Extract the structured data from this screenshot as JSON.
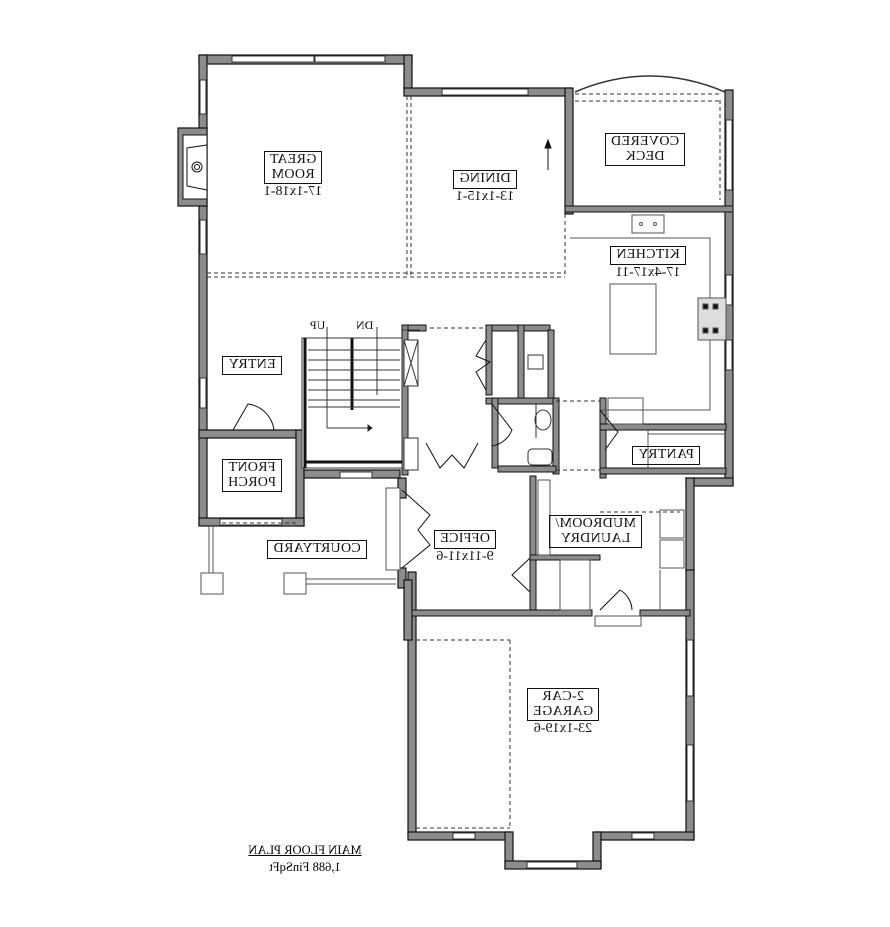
{
  "plan": {
    "title": "MAIN FLOOR PLAN",
    "area": "1,688 FinSqFt",
    "mirrored": true
  },
  "rooms": [
    {
      "name": "GREAT ROOM",
      "lines": [
        "GREAT",
        "ROOM"
      ],
      "dims": "17-1x18-1"
    },
    {
      "name": "DINING",
      "lines": [
        "DINING"
      ],
      "dims": "13-1x15-1"
    },
    {
      "name": "COVERED DECK",
      "lines": [
        "COVERED",
        "DECK"
      ],
      "dims": ""
    },
    {
      "name": "KITCHEN",
      "lines": [
        "KITCHEN"
      ],
      "dims": "17-4x17-11"
    },
    {
      "name": "ENTRY",
      "lines": [
        "ENTRY"
      ],
      "dims": ""
    },
    {
      "name": "FRONT PORCH",
      "lines": [
        "FRONT",
        "PORCH"
      ],
      "dims": ""
    },
    {
      "name": "PANTRY",
      "lines": [
        "PANTRY"
      ],
      "dims": ""
    },
    {
      "name": "MUDROOM/ LAUNDRY",
      "lines": [
        "MUDROOM/",
        "LAUNDRY"
      ],
      "dims": ""
    },
    {
      "name": "OFFICE",
      "lines": [
        "OFFICE"
      ],
      "dims": "9-11x11-6"
    },
    {
      "name": "COURTYARD",
      "lines": [
        "COURTYARD"
      ],
      "dims": ""
    },
    {
      "name": "2-CAR GARAGE",
      "lines": [
        "2-CAR",
        "GARAGE"
      ],
      "dims": "23-1x19-6"
    }
  ],
  "stairs": {
    "up_label": "UP",
    "down_label": "DN"
  },
  "colors": {
    "wall_fill": "#8c8c8c",
    "wall_outline": "#111111",
    "background": "#ffffff"
  }
}
